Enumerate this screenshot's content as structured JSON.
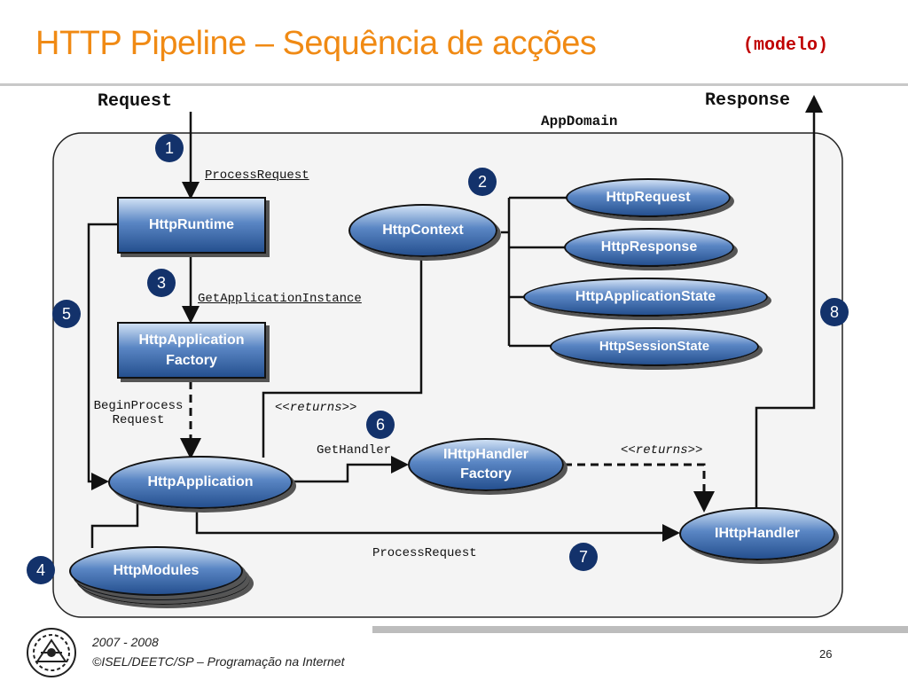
{
  "slide": {
    "title": "HTTP Pipeline – Sequência de acções",
    "subtitle": "(modelo)",
    "page_number": "26"
  },
  "footer": {
    "line1": "2007 - 2008",
    "line2": "©ISEL/DEETC/SP – Programação na Internet"
  },
  "labels": {
    "request": "Request",
    "response": "Response",
    "appdomain": "AppDomain",
    "process_request_top": "ProcessRequest",
    "get_application_instance": "GetApplicationInstance",
    "begin_process_line1": "BeginProcess",
    "begin_process_line2": "Request",
    "returns_1": "<<returns>>",
    "get_handler": "GetHandler",
    "returns_2": "<<returns>>",
    "process_request_bottom": "ProcessRequest"
  },
  "nodes": {
    "http_runtime": "HttpRuntime",
    "http_app_factory_line1": "HttpApplication",
    "http_app_factory_line2": "Factory",
    "http_context": "HttpContext",
    "http_request": "HttpRequest",
    "http_response": "HttpResponse",
    "http_application_state": "HttpApplicationState",
    "http_session_state": "HttpSessionState",
    "http_application": "HttpApplication",
    "ihttphandler_factory_line1": "IHttpHandler",
    "ihttphandler_factory_line2": "Factory",
    "ihttphandler": "IHttpHandler",
    "http_modules": "HttpModules"
  },
  "steps": [
    "1",
    "2",
    "3",
    "4",
    "5",
    "6",
    "7",
    "8"
  ],
  "colors": {
    "title": "#f08a14",
    "subtitle": "#c00000",
    "step_badge": "#13326b",
    "node_fill": "#4a78b8"
  }
}
